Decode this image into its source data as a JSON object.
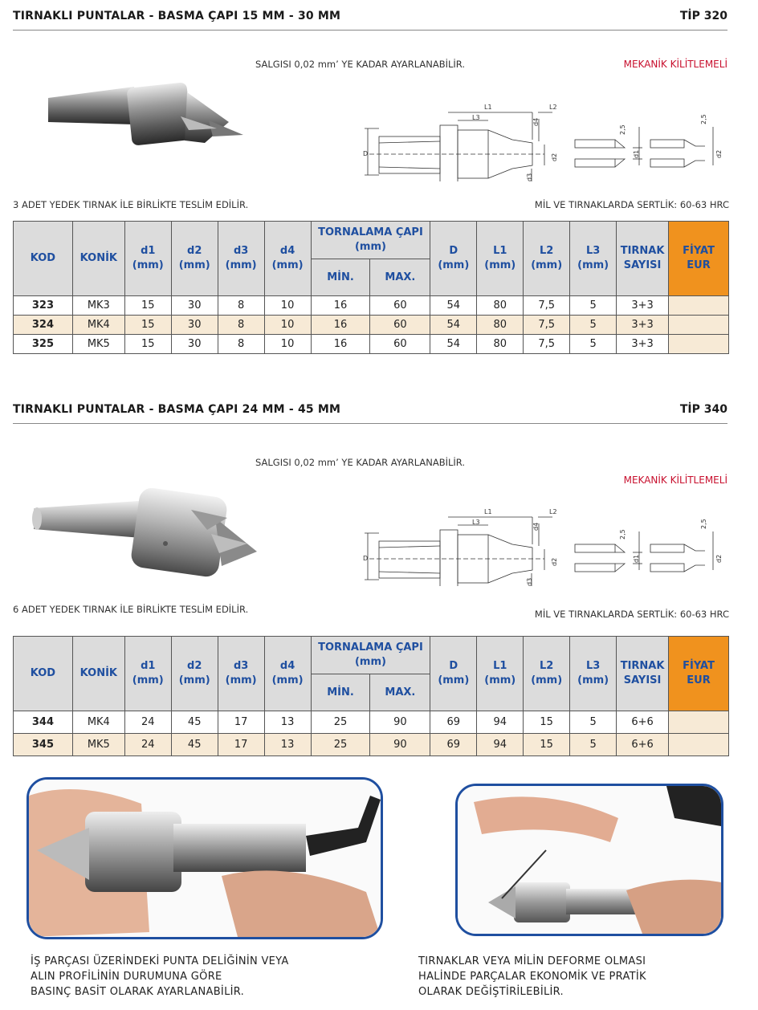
{
  "sections": [
    {
      "title": "TIRNAKLI PUNTALAR - BASMA ÇAPI 15 MM - 30 MM",
      "tip": "TİP 320",
      "runout_note": "SALGISI 0,02 mm’ YE KADAR AYARLANABİLİR.",
      "locking": "MEKANİK KİLİTLEMELİ",
      "spare_note": "3 ADET YEDEK TIRNAK İLE BİRLİKTE TESLİM EDİLİR.",
      "hardness": "MİL VE TIRNAKLARDA SERTLİK: 60-63 HRC",
      "rows": [
        [
          "323",
          "MK3",
          "15",
          "30",
          "8",
          "10",
          "16",
          "60",
          "54",
          "80",
          "7,5",
          "5",
          "3+3",
          ""
        ],
        [
          "324",
          "MK4",
          "15",
          "30",
          "8",
          "10",
          "16",
          "60",
          "54",
          "80",
          "7,5",
          "5",
          "3+3",
          ""
        ],
        [
          "325",
          "MK5",
          "15",
          "30",
          "8",
          "10",
          "16",
          "60",
          "54",
          "80",
          "7,5",
          "5",
          "3+3",
          ""
        ]
      ]
    },
    {
      "title": "TIRNAKLI PUNTALAR - BASMA ÇAPI 24 MM - 45 MM",
      "tip": "TİP 340",
      "runout_note": "SALGISI 0,02 mm’ YE KADAR AYARLANABİLİR.",
      "locking": "MEKANİK KİLİTLEMELİ",
      "spare_note": "6 ADET YEDEK TIRNAK İLE BİRLİKTE TESLİM EDİLİR.",
      "hardness": "MİL VE TIRNAKLARDA SERTLİK: 60-63 HRC",
      "rows": [
        [
          "344",
          "MK4",
          "24",
          "45",
          "17",
          "13",
          "25",
          "90",
          "69",
          "94",
          "15",
          "5",
          "6+6",
          ""
        ],
        [
          "345",
          "MK5",
          "24",
          "45",
          "17",
          "13",
          "25",
          "90",
          "69",
          "94",
          "15",
          "5",
          "6+6",
          ""
        ]
      ]
    }
  ],
  "table_header": {
    "kod": "KOD",
    "konik": "KONİK",
    "d1": "d1",
    "d2": "d2",
    "d3": "d3",
    "d4": "d4",
    "mm": "(mm)",
    "tornalama": "TORNALAMA ÇAPI",
    "min": "MİN.",
    "max": "MAX.",
    "D": "D",
    "L1": "L1",
    "L2": "L2",
    "L3": "L3",
    "tirnak": "TIRNAK",
    "sayisi": "SAYISI",
    "fiyat": "FİYAT",
    "eur": "EUR"
  },
  "drawing_labels": {
    "L1": "L1",
    "L2": "L2",
    "L3": "L3",
    "D": "D",
    "d1": "d1",
    "d2": "d2",
    "d3": "d3",
    "d4": "d4",
    "dim25": "2,5"
  },
  "captions": {
    "left": [
      "İŞ PARÇASI ÜZERİNDEKİ PUNTA DELİĞİNİN VEYA",
      "ALIN PROFİLİNİN DURUMUNA GÖRE",
      "BASINÇ BASİT OLARAK AYARLANABİLİR."
    ],
    "right": [
      "TIRNAKLAR VEYA MİLİN DEFORME OLMASI",
      "HALİNDE PARÇALAR EKONOMİK VE PRATİK",
      "OLARAK DEĞİŞTİRİLEBİLİR."
    ]
  },
  "colors": {
    "header_text": "#1f4fa0",
    "price_header": "#f0921e",
    "alt_row": "#f7ead6",
    "locking_red": "#c8102e",
    "frame_blue": "#1f4fa0"
  }
}
